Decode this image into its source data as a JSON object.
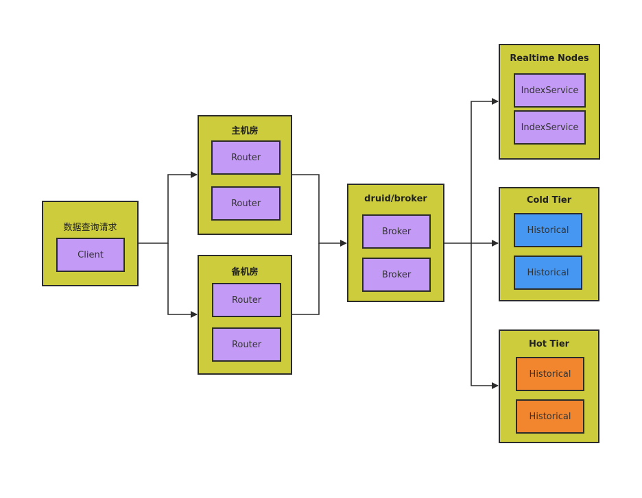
{
  "client_group": {
    "title": "数据查询请求",
    "node": "Client"
  },
  "primary_room": {
    "title": "主机房",
    "nodes": [
      "Router",
      "Router"
    ]
  },
  "backup_room": {
    "title": "备机房",
    "nodes": [
      "Router",
      "Router"
    ]
  },
  "broker_group": {
    "title": "druid/broker",
    "nodes": [
      "Broker",
      "Broker"
    ]
  },
  "realtime_group": {
    "title": "Realtime Nodes",
    "nodes": [
      "IndexService",
      "IndexService"
    ]
  },
  "cold_tier": {
    "title": "Cold Tier",
    "nodes": [
      "Historical",
      "Historical"
    ]
  },
  "hot_tier": {
    "title": "Hot Tier",
    "nodes": [
      "Historical",
      "Historical"
    ]
  },
  "colors": {
    "group": "#cccc3c",
    "router": "#c39af5",
    "cold": "#4597f2",
    "hot": "#f2862f",
    "stroke": "#2b2b2b"
  }
}
